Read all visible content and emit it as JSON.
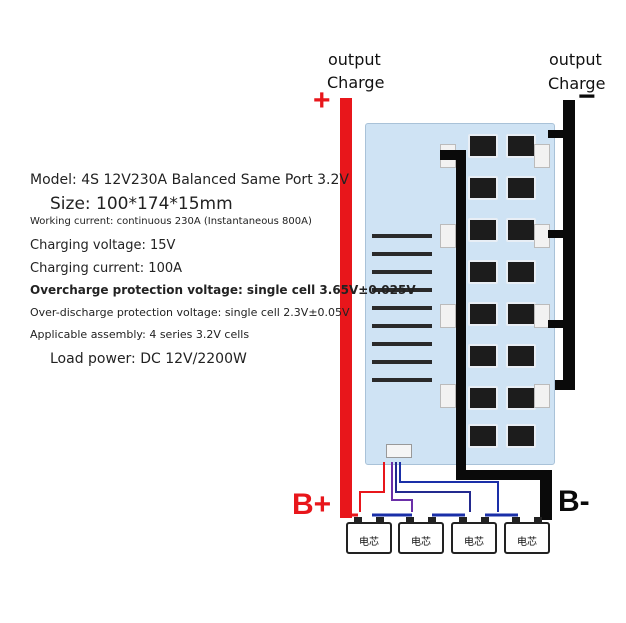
{
  "left_label": {
    "line1": "output",
    "line2": "Charge"
  },
  "right_label": {
    "line1": "output",
    "line2": "Charge"
  },
  "plus_sign": "+",
  "minus_sign": "−",
  "specs": {
    "model": "Model: 4S 12V230A Balanced Same Port 3.2V",
    "size": "Size: 100*174*15mm",
    "working_current": "Working current: continuous 230A (Instantaneous 800A)",
    "charging_voltage": "Charging voltage: 15V",
    "charging_current": "Charging current: 100A",
    "overcharge": "Overcharge protection voltage: single cell 3.65V±0.025V",
    "overdischarge": "Over-discharge protection voltage: single cell 2.3V±0.05V",
    "assembly": "Applicable assembly: 4 series 3.2V cells",
    "load_power": "Load power: DC 12V/2200W"
  },
  "terminals": {
    "b_plus": "B+",
    "b_minus": "B-"
  },
  "cells": [
    {
      "label": "电芯"
    },
    {
      "label": "电芯"
    },
    {
      "label": "电芯"
    },
    {
      "label": "电芯"
    }
  ],
  "colors": {
    "positive": "#e8161b",
    "negative": "#0a0a0a",
    "board": "#cfe3f4"
  }
}
